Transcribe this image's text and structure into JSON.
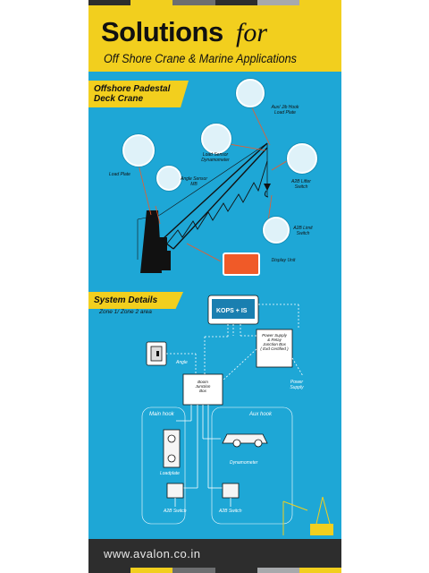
{
  "header": {
    "title": "Solutions",
    "title_italic": "for",
    "subtitle": "Off Shore Crane & Marine Applications"
  },
  "crane_panel": {
    "label_line1": "Offshore Padestal",
    "label_line2": "Deck Crane",
    "components": [
      {
        "label_line1": "Aux/ Jib Hook",
        "label_line2": "Load Plate"
      },
      {
        "label_line1": "Load Sensor",
        "label_line2": "Dynamometer"
      },
      {
        "label_line1": "Load Plate",
        "label_line2": ""
      },
      {
        "label_line1": "Angle Sensor",
        "label_line2": "MB"
      },
      {
        "label_line1": "A2B Lifter",
        "label_line2": "Switch"
      },
      {
        "label_line1": "A2B Limit",
        "label_line2": "Switch"
      },
      {
        "label_line1": "Display Unit",
        "label_line2": ""
      }
    ]
  },
  "system_panel": {
    "label": "System Details",
    "zone": "Zone 1/ Zone 2 area",
    "controller": "KOPS + IS",
    "power_box": [
      "Power Supply",
      "& Relay",
      "Junction Box",
      "( Exd Certified )"
    ],
    "power_supply": [
      "Power",
      "Supply"
    ],
    "angle": "Angle",
    "boom_box": [
      "Boom",
      "Junction",
      "Box"
    ],
    "main_hook": "Main hook",
    "aux_hook": "Aux hook",
    "loadplate": "Loadplate",
    "dynamometer": "Dynamometer",
    "a2b_switch_1": "A2B Switch",
    "a2b_switch_2": "A2B Switch"
  },
  "footer": {
    "website": "www.avalon.co.in"
  },
  "colors": {
    "background": "#1ea7d6",
    "accent": "#f2cf1e",
    "crane": "#111111",
    "display_unit": "#f05a28",
    "footer": "#2d2d2d"
  }
}
